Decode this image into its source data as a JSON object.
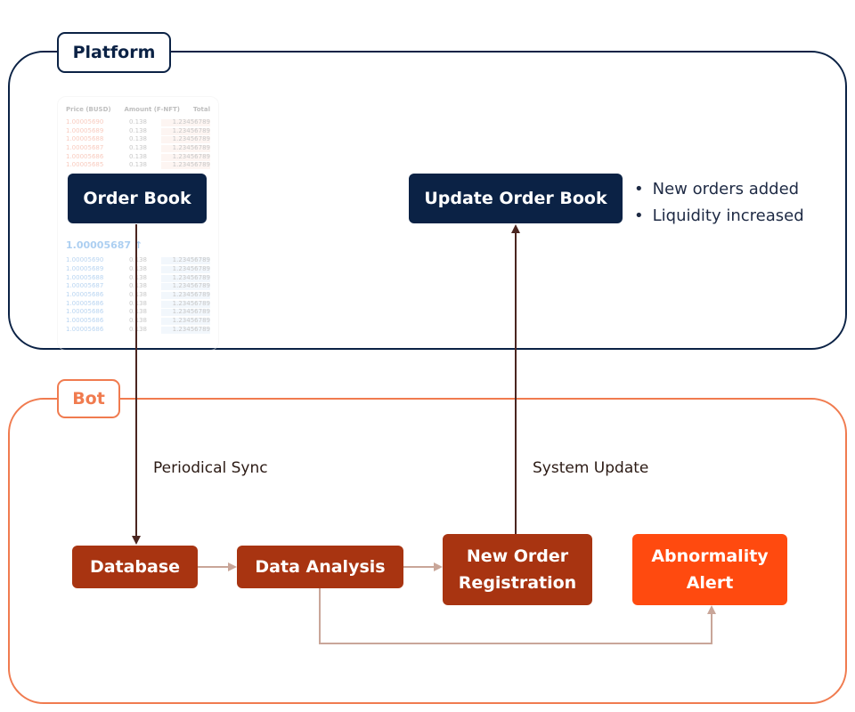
{
  "groups": {
    "platform": {
      "label": "Platform",
      "color": "#0b2245"
    },
    "bot": {
      "label": "Bot",
      "color": "#f07b4f"
    }
  },
  "order_book_preview": {
    "headers": [
      "Price (BUSD)",
      "Amount (F-NFT)",
      "Total"
    ],
    "asks": [
      [
        "1.00005690",
        "0.138",
        "1.23456789"
      ],
      [
        "1.00005689",
        "0.138",
        "1.23456789"
      ],
      [
        "1.00005688",
        "0.138",
        "1.23456789"
      ],
      [
        "1.00005687",
        "0.138",
        "1.23456789"
      ],
      [
        "1.00005686",
        "0.138",
        "1.23456789"
      ],
      [
        "1.00005685",
        "0.138",
        "1.23456789"
      ]
    ],
    "mid_price": "1.00005687 ↑",
    "bids": [
      [
        "1.00005690",
        "0.138",
        "1.23456789"
      ],
      [
        "1.00005689",
        "0.138",
        "1.23456789"
      ],
      [
        "1.00005688",
        "0.138",
        "1.23456789"
      ],
      [
        "1.00005687",
        "0.138",
        "1.23456789"
      ],
      [
        "1.00005686",
        "0.138",
        "1.23456789"
      ],
      [
        "1.00005686",
        "0.138",
        "1.23456789"
      ],
      [
        "1.00005686",
        "0.138",
        "1.23456789"
      ],
      [
        "1.00005686",
        "0.138",
        "1.23456789"
      ],
      [
        "1.00005686",
        "0.138",
        "1.23456789"
      ]
    ]
  },
  "nodes": {
    "order_book": {
      "label": "Order Book",
      "color": "#0b2245"
    },
    "update_order_book": {
      "label": "Update Order Book",
      "color": "#0b2245"
    },
    "database": {
      "label": "Database",
      "color": "#a83411"
    },
    "data_analysis": {
      "label": "Data Analysis",
      "color": "#a83411"
    },
    "new_order_registration": {
      "label": "New Order\nRegistration",
      "color": "#a83411"
    },
    "abnormality_alert": {
      "label": "Abnormality\nAlert",
      "color": "#ff4a0f"
    }
  },
  "update_notes": [
    "New orders added",
    "Liquidity increased"
  ],
  "edge_labels": {
    "periodical_sync": "Periodical Sync",
    "system_update": "System Update"
  },
  "colors": {
    "primary_edge": "#4a2520",
    "secondary_edge": "#c9a699"
  }
}
